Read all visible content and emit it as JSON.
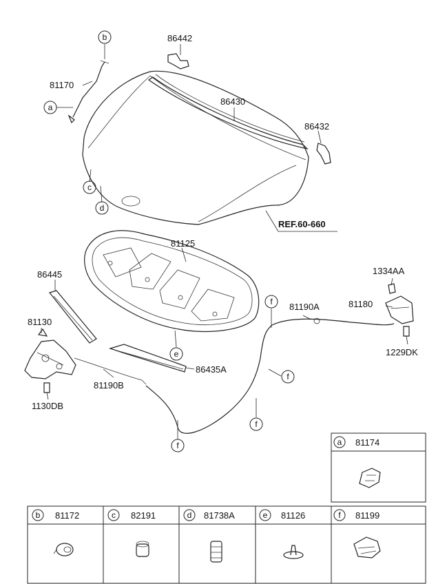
{
  "callouts": {
    "p81170": "81170",
    "p86442": "86442",
    "p86430": "86430",
    "p86432": "86432",
    "p81125": "81125",
    "p86445": "86445",
    "p81130": "81130",
    "p1130DB": "1130DB",
    "p81190B": "81190B",
    "p86435A": "86435A",
    "p81190A": "81190A",
    "p1334AA": "1334AA",
    "p81180": "81180",
    "p1229DK": "1229DK",
    "ref": "REF.60-660"
  },
  "circle_letters": {
    "a": "a",
    "b": "b",
    "c": "c",
    "d": "d",
    "e": "e",
    "f": "f"
  },
  "legend": [
    {
      "letter": "a",
      "part": "81174"
    },
    {
      "letter": "b",
      "part": "81172"
    },
    {
      "letter": "c",
      "part": "82191"
    },
    {
      "letter": "d",
      "part": "81738A"
    },
    {
      "letter": "e",
      "part": "81126"
    },
    {
      "letter": "f",
      "part": "81199"
    }
  ]
}
